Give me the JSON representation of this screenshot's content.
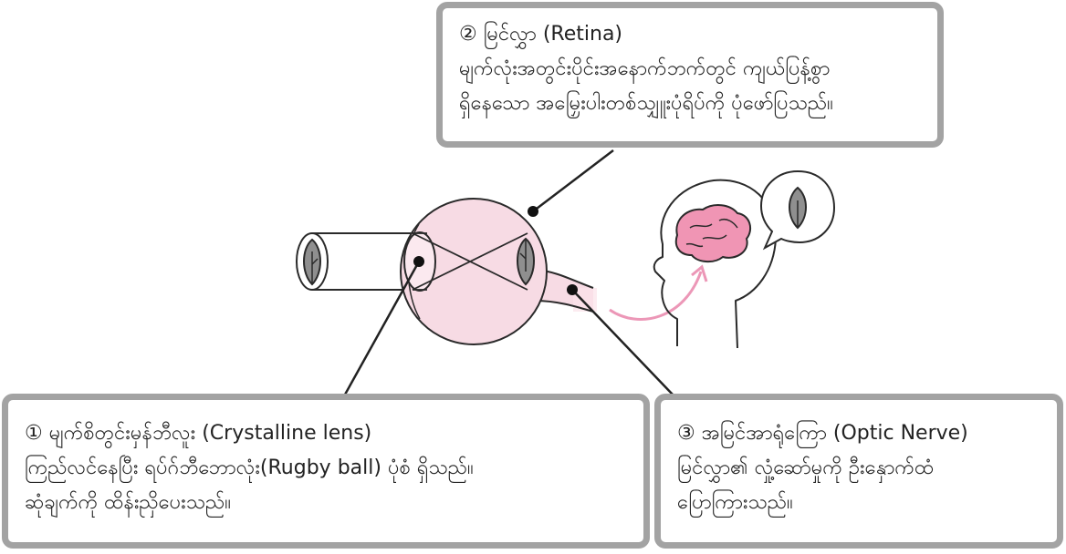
{
  "callouts": {
    "retina": {
      "title": "② မြင်လွှာ (Retina)",
      "line1": "မျက်လုံးအတွင်းပိုင်းအနောက်ဘက်တွင် ကျယ်ပြန့်စွာ",
      "line2": "ရှိနေသော အမြှေးပါးတစ်သျှူးပုံရိပ်ကို ပုံဖော်ပြသည်။"
    },
    "lens": {
      "title": "① မျက်စိတွင်းမှန်ဘီလူး (Crystalline lens)",
      "line1": "ကြည်လင်နေပြီး ရပ်ဂ်ဘီဘောလုံး(Rugby ball) ပုံစံ ရှိသည်။",
      "line2": "ဆုံချက်ကို ထိန်းညှိပေးသည်။"
    },
    "nerve": {
      "title": "③ အမြင်အာရုံကြော (Optic Nerve)",
      "line1": "မြင်လွှာ၏ လှုံ့ဆော်မှုကို ဦးနှောက်ထံ",
      "line2": "ပြောကြားသည်။"
    }
  },
  "colors": {
    "eyeball_fill": "#f7dbe4",
    "lens_fill": "#fbe9ef",
    "brain_fill": "#f095b4",
    "arrow": "#ec97b7",
    "leaf_fill": "#8f8f8f",
    "outline": "#2a2a2a",
    "box_border": "#a3a3a3"
  },
  "icons": [
    "leaf-icon",
    "brain-icon",
    "speech-bubble-icon",
    "arrow-icon"
  ]
}
